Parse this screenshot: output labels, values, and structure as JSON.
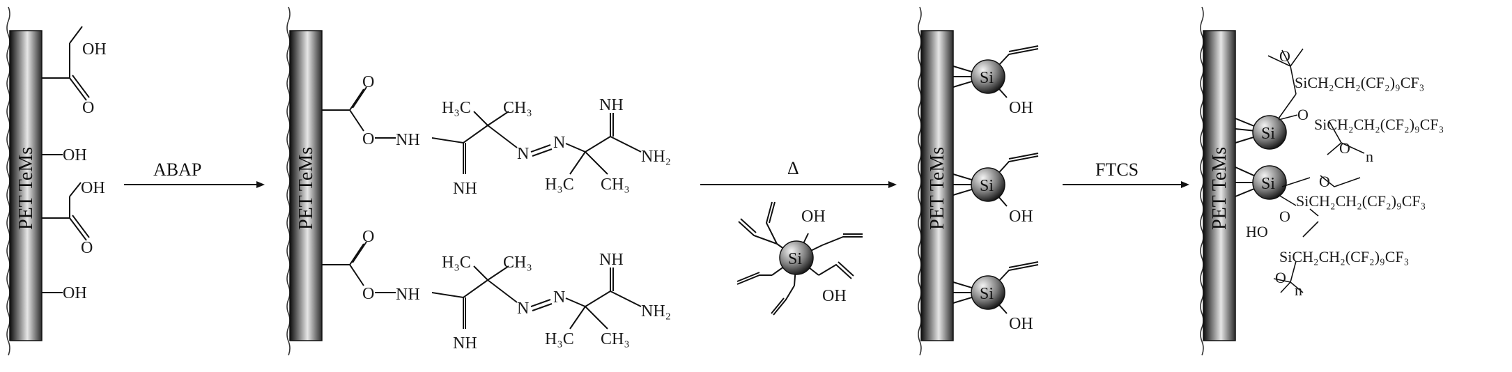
{
  "substrate_label": "PET TeMs",
  "groups": {
    "oh": "OH",
    "o": "O",
    "nh": "NH",
    "nh2": "NH₂",
    "h3c": "H₃C",
    "ch3": "CH₃",
    "n": "N",
    "si": "Si",
    "ho": "HO",
    "n_index": "n",
    "fluoro_chain": "SiCH₂CH₂(CF₂)₉CF₃"
  },
  "arrows": {
    "step1": "ABAP",
    "step2": "Δ",
    "step3": "FTCS"
  },
  "colors": {
    "plate_dark": "#111111",
    "plate_light": "#e8e8e8",
    "sphere_light": "#f2f2f2",
    "sphere_dark": "#1a1a1a"
  }
}
